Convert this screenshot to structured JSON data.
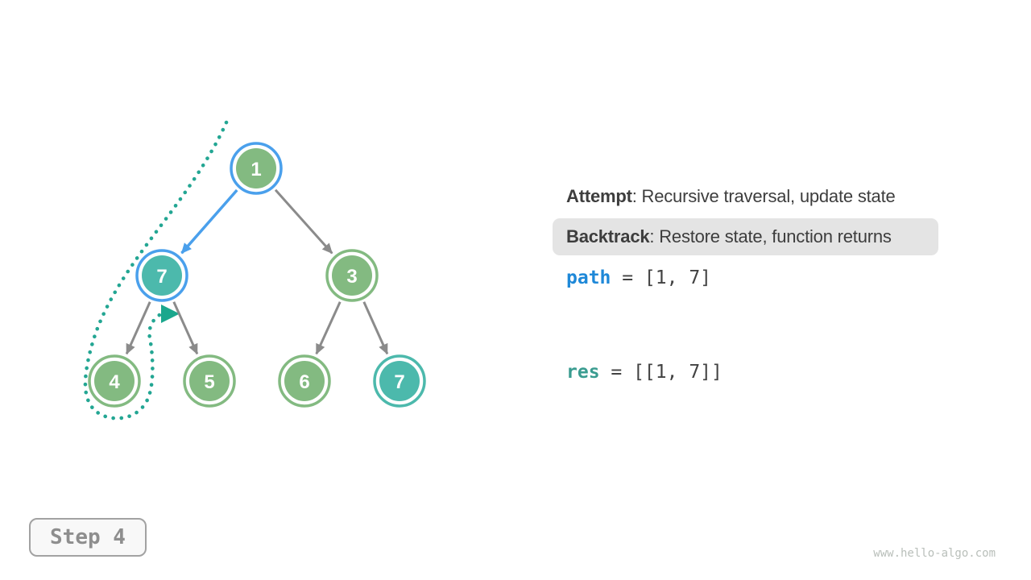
{
  "diagram": {
    "description": "Binary tree showing backtracking preorder traversal step",
    "nodes": [
      {
        "id": "root",
        "label": "1",
        "fill_color": "green",
        "ring_color": "blue"
      },
      {
        "id": "left-child",
        "label": "7",
        "fill_color": "teal",
        "ring_color": "blue"
      },
      {
        "id": "right-child",
        "label": "3",
        "fill_color": "green",
        "ring_color": "green"
      },
      {
        "id": "leaf-4",
        "label": "4",
        "fill_color": "green",
        "ring_color": "green"
      },
      {
        "id": "leaf-5",
        "label": "5",
        "fill_color": "green",
        "ring_color": "green"
      },
      {
        "id": "leaf-6",
        "label": "6",
        "fill_color": "green",
        "ring_color": "green"
      },
      {
        "id": "leaf-7",
        "label": "7",
        "fill_color": "teal",
        "ring_color": "teal"
      }
    ],
    "edges": [
      {
        "from": "1",
        "to": "7",
        "color": "blue"
      },
      {
        "from": "1",
        "to": "3",
        "color": "gray"
      },
      {
        "from": "7",
        "to": "4",
        "color": "gray"
      },
      {
        "from": "7",
        "to": "5",
        "color": "gray"
      },
      {
        "from": "3",
        "to": "6",
        "color": "gray"
      },
      {
        "from": "3",
        "to": "7",
        "color": "gray"
      }
    ],
    "traversal_path": "dotted teal curve from above root, down left side, looping around node 4, ending at play-arrow below node 7"
  },
  "legend": {
    "attempt_label": "Attempt",
    "attempt_text": ": Recursive traversal, update state",
    "backtrack_label": "Backtrack",
    "backtrack_text": ": Restore state, function returns"
  },
  "state": {
    "path_var": "path",
    "path_value": " = [1, 7]",
    "res_var": "res",
    "res_value": " = [[1, 7]]"
  },
  "footer": {
    "step_label": "Step 4",
    "watermark": "www.hello-algo.com"
  },
  "colors": {
    "node_green": "#83ba81",
    "node_teal": "#4cb9ac",
    "ring_blue": "#4aa0ec",
    "edge_gray": "#8b8b8b",
    "dotted_teal": "#23a693",
    "triangle_teal": "#1ba78d",
    "text_dark": "#3d3d3d",
    "code_path_blue": "#1e88d8",
    "code_res_teal": "#3a9c90",
    "highlight_bg": "#e4e4e4",
    "step_text_gray": "#8e8e8e",
    "watermark_gray": "#b9bfba"
  }
}
